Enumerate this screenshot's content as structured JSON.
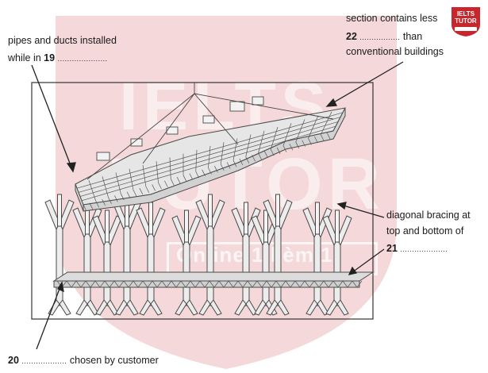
{
  "labels": {
    "label_19": {
      "line1": "pipes and ducts installed",
      "line2_prefix": "while in ",
      "number": "19",
      "blank": "....................."
    },
    "label_22": {
      "line1": "section contains less",
      "number": "22",
      "blank": ".................",
      "line2_suffix": " than",
      "line3": "conventional buildings"
    },
    "label_21": {
      "line1": "diagonal bracing at",
      "line2": "top and bottom of",
      "number": "21",
      "blank": "...................."
    },
    "label_20": {
      "number": "20",
      "blank": "...................",
      "suffix": " chosen by customer"
    }
  },
  "watermark": {
    "line1": "IELTS",
    "line2": "TUTOR",
    "line3": "Online 1 kèm 1"
  },
  "logo": {
    "line1": "IELTS",
    "line2": "TUTOR"
  },
  "colors": {
    "watermark": "#c7262c",
    "text": "#1a1a1a",
    "frame": "#333333",
    "structure": "#4a4a4a",
    "structure_fill": "#e4e4e4"
  }
}
